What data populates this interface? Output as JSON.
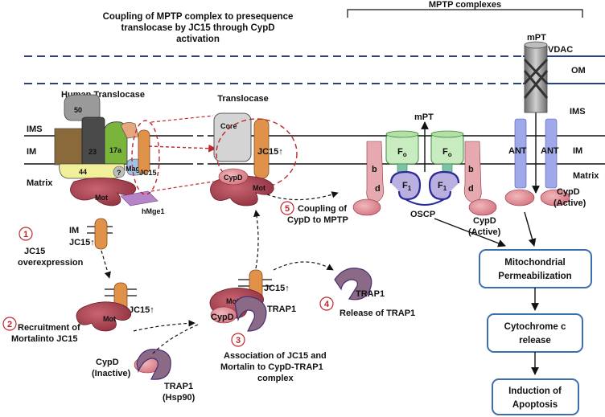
{
  "title": {
    "line1": "Coupling of MPTP complex to presequence",
    "line2": "translocase by JC15 through CypD",
    "line3": "activation"
  },
  "mptp_header": "MPTP complexes",
  "membranes": {
    "om": "OM",
    "ims_right": "IMS",
    "im_right": "IM",
    "matrix_right": "Matrix",
    "ims_left": "IMS",
    "im_left": "IM",
    "matrix_left": "Matrix",
    "vdac": "VDAC"
  },
  "human_translocase": {
    "heading": "Human Translocase",
    "sub50": "50",
    "sub23": "23",
    "sub17a": "17a",
    "sub44": "44",
    "subq": "?",
    "mag": "Mag",
    "jc15": "JC15",
    "mot": "Mot",
    "hmge1": "hMge1"
  },
  "translocase2": {
    "heading": "Translocase",
    "core": "Core",
    "jc15": "JC15↑",
    "cypd": "CypD",
    "mot": "Mot"
  },
  "mptp": {
    "mpt_left": "mPT",
    "mpt_right": "mPT",
    "fo": "F",
    "fo_sub": "o",
    "f1": "F",
    "f1_sub": "1",
    "b": "b",
    "d": "d",
    "oscp": "OSCP",
    "cypd_active": "CypD",
    "active": "(Active)",
    "ant": "ANT"
  },
  "steps": {
    "s1_num": "1",
    "s1_im": "IM",
    "s1_jc15": "JC15↑",
    "s1_line1": "JC15",
    "s1_line2": "overexpression",
    "s2_num": "2",
    "s2_jc15": "JC15↑",
    "s2_mot": "Mot",
    "s2_line1": "Recruitment of",
    "s2_line2": "Mortalinto JC15",
    "s2_cypd": "CypD",
    "s2_inactive": "(Inactive)",
    "s2_trap1": "TRAP1",
    "s2_hsp90": "(Hsp90)",
    "s3_num": "3",
    "s3_jc15": "JC15↑",
    "s3_mot": "Mot",
    "s3_trap1": "TRAP1",
    "s3_cypd": "CypD",
    "s3_line1": "Association of JC15 and",
    "s3_line2": "Mortalin to CypD-TRAP1",
    "s3_line3": "complex",
    "s4_num": "4",
    "s4_trap1": "TRAP1",
    "s4_line1": "Release of TRAP1",
    "s5_num": "5",
    "s5_line1": "Coupling of",
    "s5_line2": "CypD to MPTP"
  },
  "pathway": [
    {
      "line1": "Mitochondrial",
      "line2": "Permeabilization"
    },
    {
      "line1": "Cytochrome c",
      "line2": "release"
    },
    {
      "line1": "Induction of",
      "line2": "Apoptosis"
    }
  ],
  "colors": {
    "membrane_navy": "#2b3f86",
    "dashed_red": "#c0262c",
    "mot": "#a8414f",
    "jc15": "#e0914a",
    "trap1": "#8a6a86",
    "fo": "#c8ecc0",
    "f1": "#b9b0e0",
    "ant": "#9fa8e8",
    "box_border": "#3a6fb0"
  }
}
